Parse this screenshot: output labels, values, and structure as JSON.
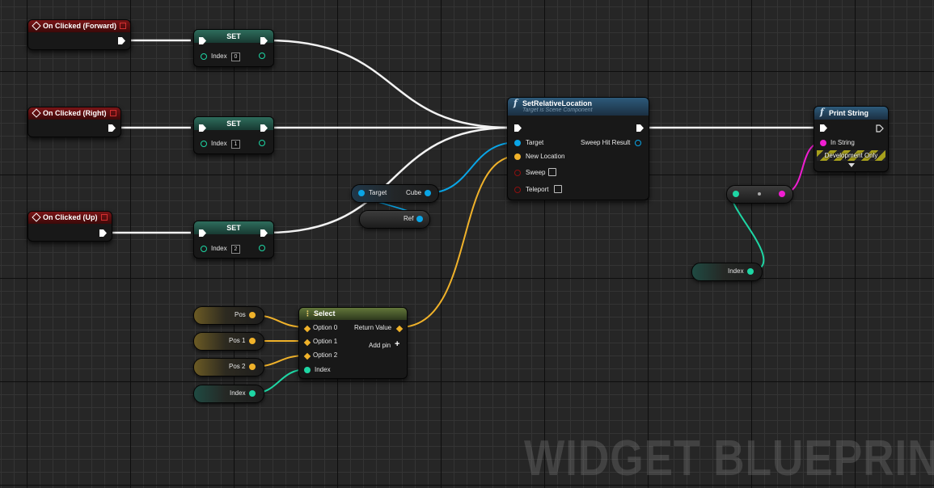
{
  "events": [
    {
      "title": "On Clicked (Forward)"
    },
    {
      "title": "On Clicked (Right)"
    },
    {
      "title": "On Clicked (Up)"
    }
  ],
  "set_nodes": [
    {
      "title": "SET",
      "index_label": "Index",
      "index_value": "0"
    },
    {
      "title": "SET",
      "index_label": "Index",
      "index_value": "1"
    },
    {
      "title": "SET",
      "index_label": "Index",
      "index_value": "2"
    }
  ],
  "set_relative_location": {
    "title": "SetRelativeLocation",
    "subtitle": "Target is Scene Component",
    "pins": {
      "target": "Target",
      "new_location": "New Location",
      "sweep": "Sweep",
      "teleport": "Teleport",
      "sweep_hit_result": "Sweep Hit Result"
    }
  },
  "print_string": {
    "title": "Print String",
    "in_string": "In String",
    "dev_only": "Development Only"
  },
  "cube_node": {
    "target": "Target",
    "output": "Cube"
  },
  "ref_node": {
    "label": "Ref"
  },
  "select_node": {
    "title": "Select",
    "options": [
      "Option 0",
      "Option 1",
      "Option 2"
    ],
    "index": "Index",
    "return_value": "Return Value",
    "add_pin": "Add pin"
  },
  "variables": {
    "pos": "Pos",
    "pos1": "Pos 1",
    "pos2": "Pos 2",
    "index_a": "Index",
    "index_b": "Index"
  },
  "watermark": "WIDGET BLUEPRINT",
  "colors": {
    "exec": "#ffffff",
    "object": "#0aa5e6",
    "vector": "#f0b22a",
    "int": "#1ed6a4",
    "string": "#f01ed2",
    "bool": "#8c1010"
  }
}
